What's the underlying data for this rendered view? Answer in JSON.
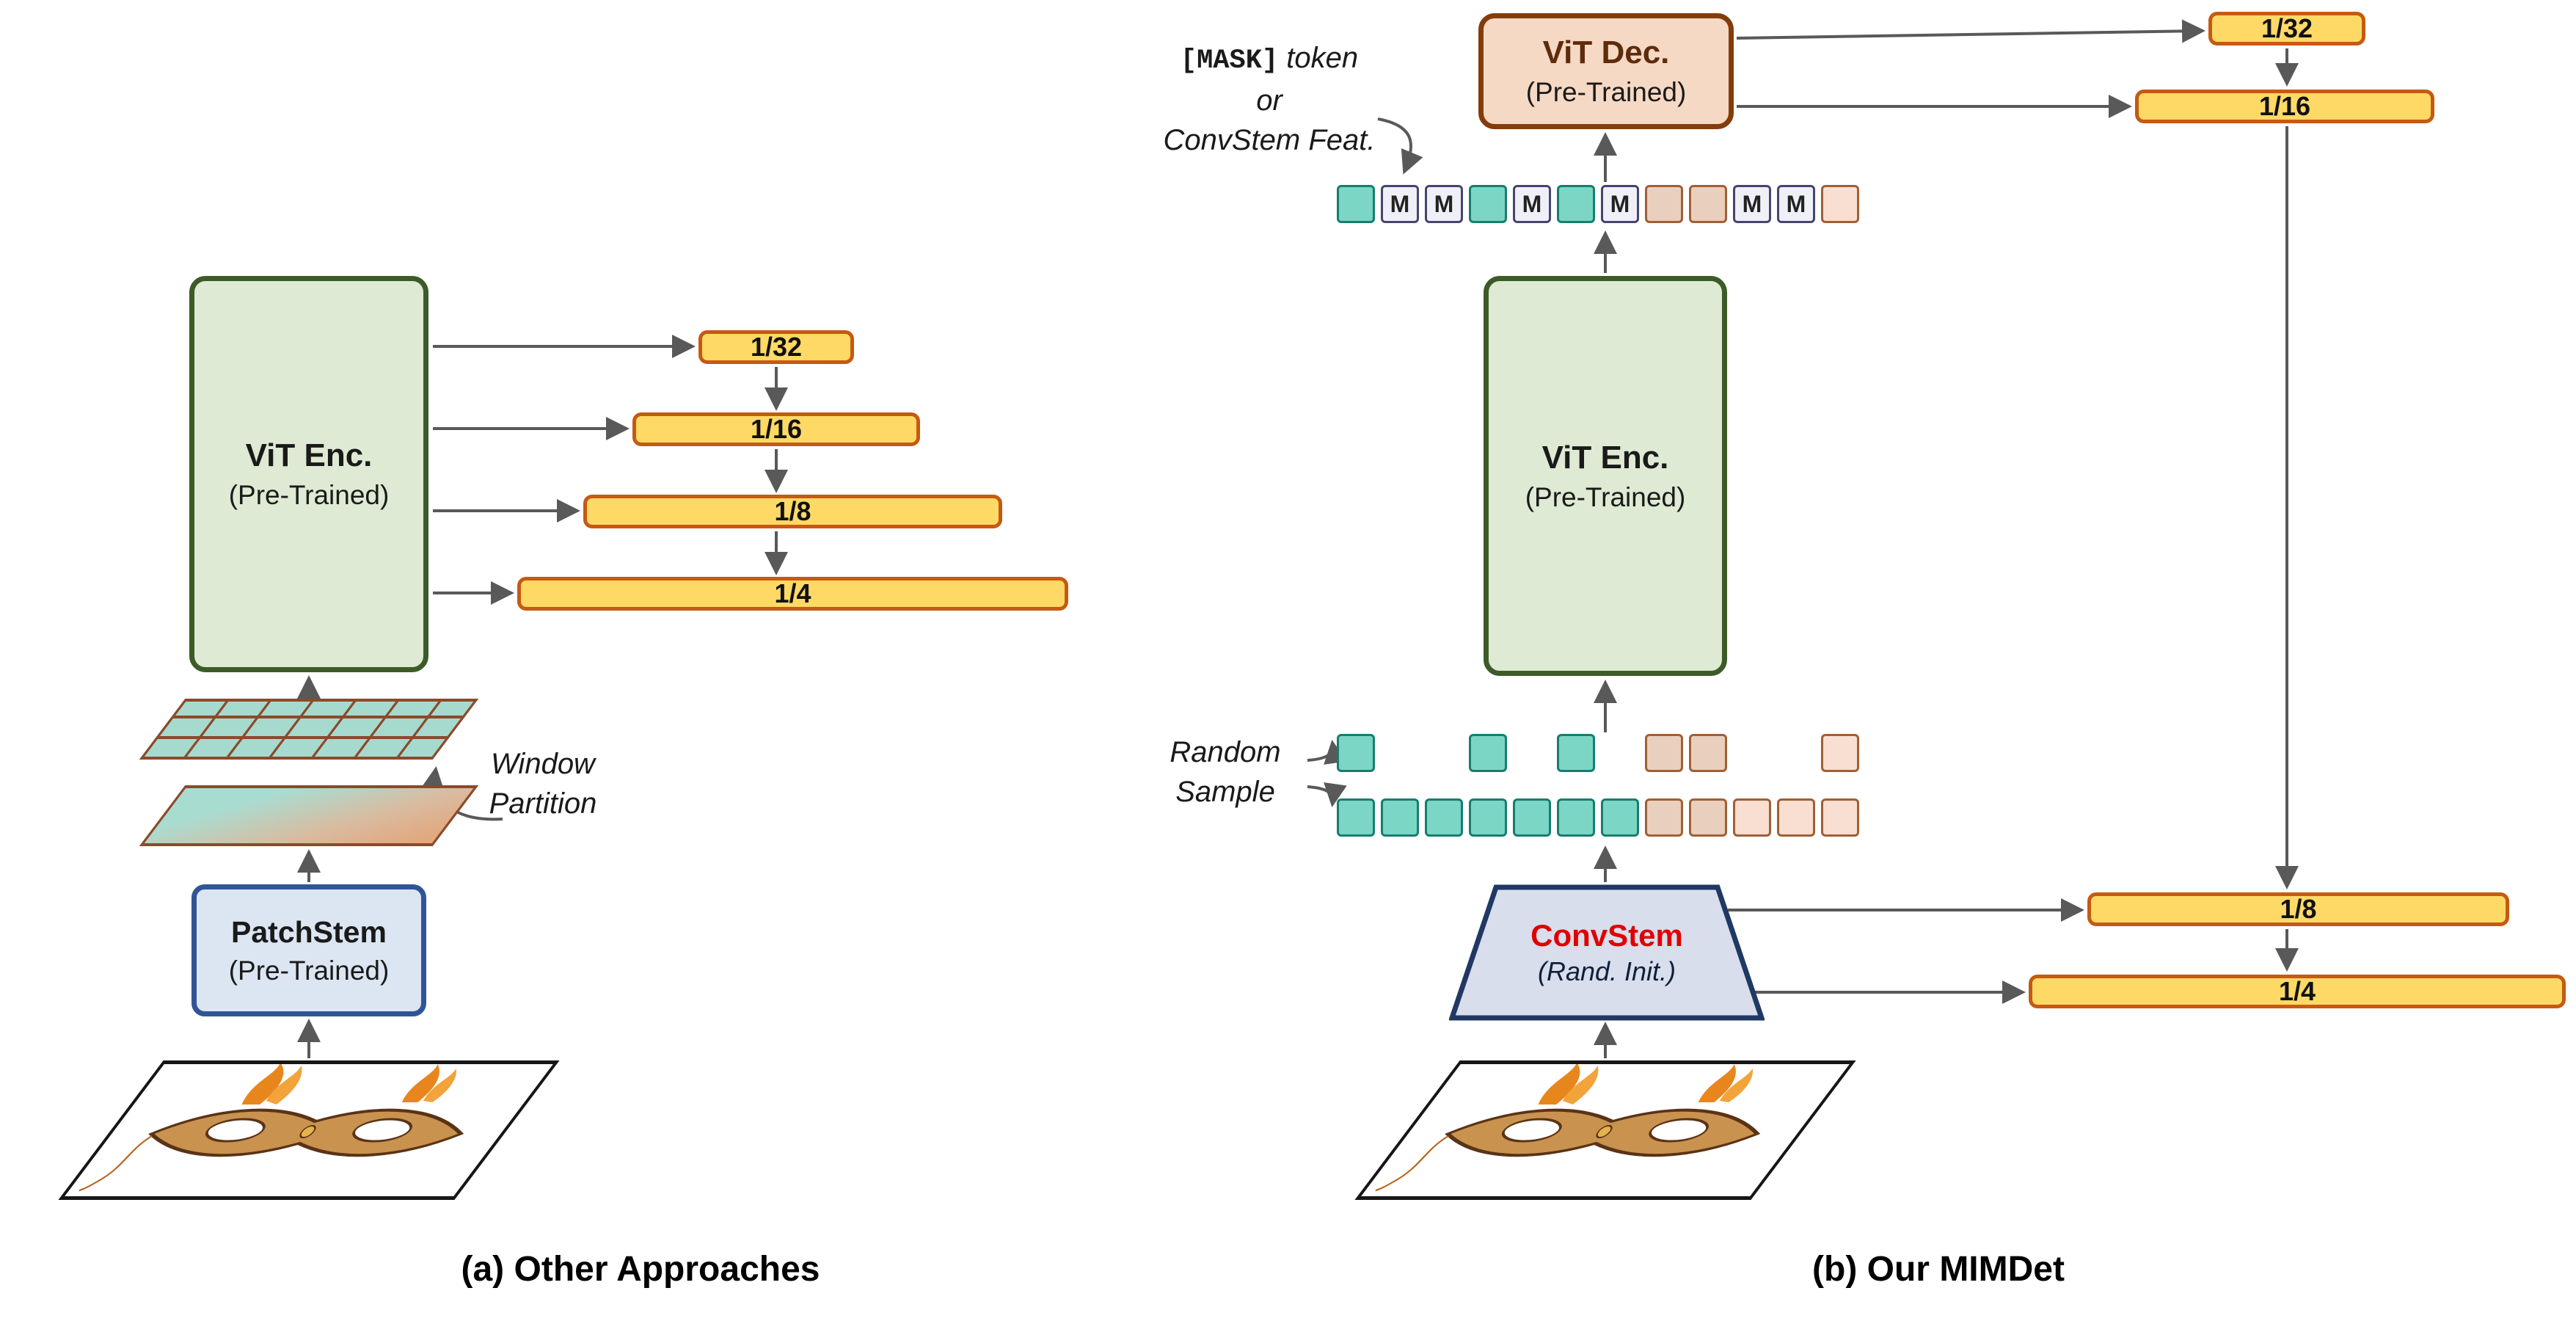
{
  "figure": {
    "panel_a": {
      "caption": "(a) Other Approaches",
      "vit_enc": {
        "title": "ViT Enc.",
        "subtitle": "(Pre-Trained)"
      },
      "patch_stem": {
        "title": "PatchStem",
        "subtitle": "(Pre-Trained)"
      },
      "window_partition": {
        "line1": "Window",
        "line2": "Partition"
      },
      "bars": [
        {
          "label": "1/32"
        },
        {
          "label": "1/16"
        },
        {
          "label": "1/8"
        },
        {
          "label": "1/4"
        }
      ]
    },
    "panel_b": {
      "caption": "(b) Our MIMDet",
      "vit_dec": {
        "title": "ViT Dec.",
        "subtitle": "(Pre-Trained)"
      },
      "vit_enc": {
        "title": "ViT Enc.",
        "subtitle": "(Pre-Trained)"
      },
      "conv_stem": {
        "title": "ConvStem",
        "subtitle": "(Rand. Init.)"
      },
      "mask_label": {
        "mono": "[MASK]",
        "italic": "token",
        "line2": "or",
        "line3": "ConvStem Feat."
      },
      "random_sample": {
        "line1": "Random",
        "line2": "Sample"
      },
      "top_bars": [
        {
          "label": "1/32"
        },
        {
          "label": "1/16"
        }
      ],
      "bottom_bars": [
        {
          "label": "1/8"
        },
        {
          "label": "1/4"
        }
      ],
      "mask_token_row": [
        {
          "type": "teal"
        },
        {
          "type": "mask",
          "text": "M"
        },
        {
          "type": "mask",
          "text": "M"
        },
        {
          "type": "teal"
        },
        {
          "type": "mask",
          "text": "M"
        },
        {
          "type": "teal"
        },
        {
          "type": "mask",
          "text": "M"
        },
        {
          "type": "tan"
        },
        {
          "type": "tan"
        },
        {
          "type": "mask",
          "text": "M"
        },
        {
          "type": "mask",
          "text": "M"
        },
        {
          "type": "pink"
        }
      ],
      "sampled_row": [
        {
          "type": "teal",
          "index": 0
        },
        {
          "type": "teal",
          "index": 3
        },
        {
          "type": "teal",
          "index": 5
        },
        {
          "type": "tan",
          "index": 7
        },
        {
          "type": "tan",
          "index": 8
        },
        {
          "type": "pink",
          "index": 11
        }
      ],
      "full_row": [
        {
          "type": "teal"
        },
        {
          "type": "teal"
        },
        {
          "type": "teal"
        },
        {
          "type": "teal"
        },
        {
          "type": "teal"
        },
        {
          "type": "teal"
        },
        {
          "type": "teal"
        },
        {
          "type": "tan"
        },
        {
          "type": "tan"
        },
        {
          "type": "pink"
        },
        {
          "type": "pink"
        },
        {
          "type": "pink"
        }
      ]
    },
    "colors": {
      "bar_fill": "#FFD966",
      "bar_border": "#C55A11",
      "encoder_fill": "#DEEAD3",
      "encoder_border": "#3C5B28",
      "decoder_fill": "#F6D9C5",
      "decoder_border": "#843C0C",
      "patch_stem_fill": "#DCE6F2",
      "patch_stem_border": "#2F5597",
      "conv_stem_fill": "#D8DEEB",
      "conv_stem_border": "#203864",
      "conv_stem_title": "#E00000",
      "token_teal": "#7CD6C5",
      "token_mask": "#EFEFF8",
      "token_tan": "#E9CFBD",
      "token_pink": "#F9DED2",
      "arrow": "#595959"
    }
  }
}
